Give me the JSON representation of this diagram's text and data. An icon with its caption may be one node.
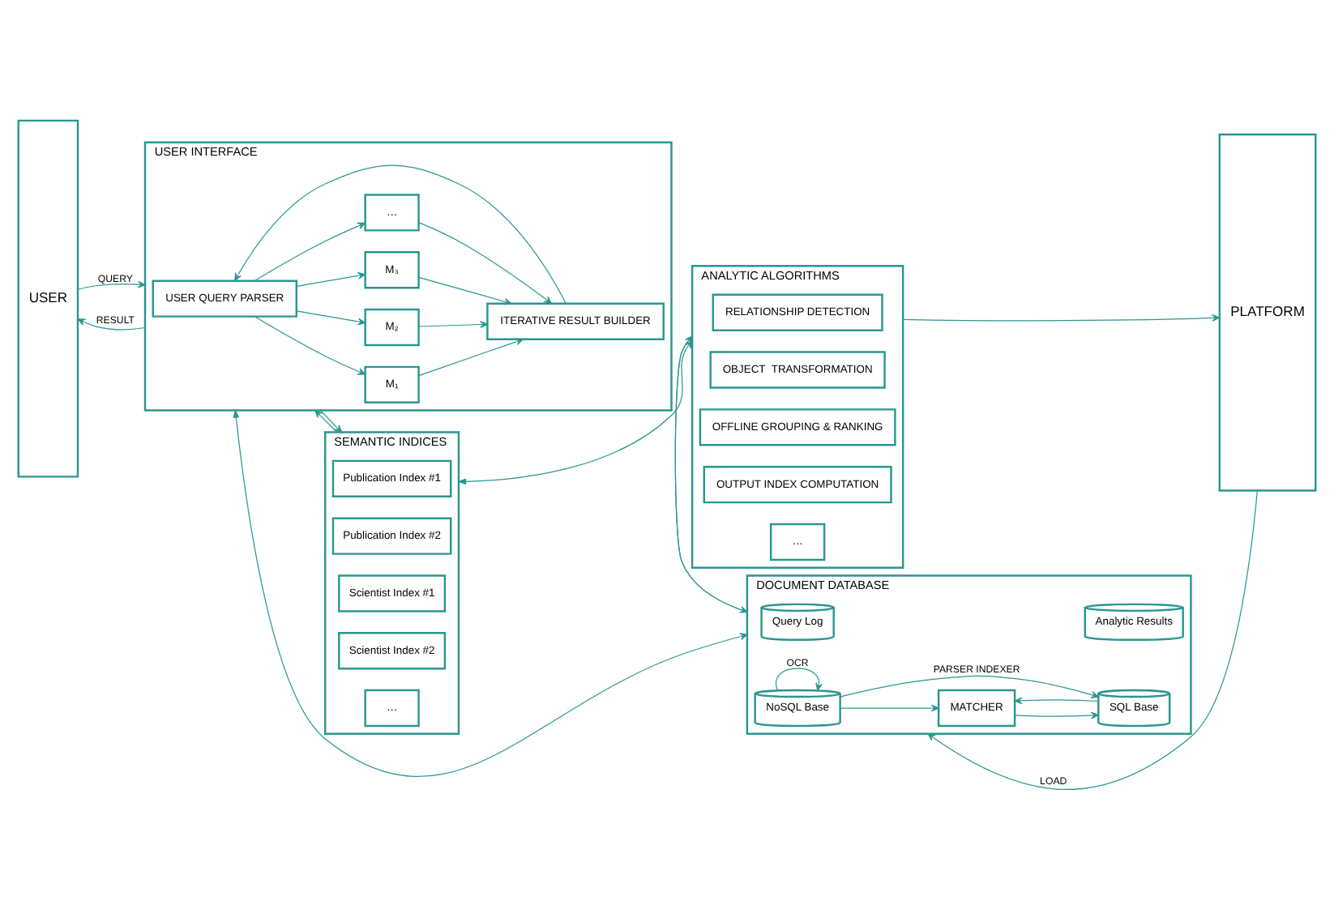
{
  "diagram": {
    "nodes": [
      {
        "text": [
          "USER"
        ]
      },
      {
        "text": [
          "USER INTERFACE"
        ]
      },
      {
        "text": [
          "USER QUERY PARSER"
        ],
        "in": 1
      },
      {
        "text": [
          "M₁"
        ],
        "in": 1
      },
      {
        "text": [
          "M₂"
        ],
        "in": 1
      },
      {
        "text": [
          "M₃"
        ],
        "in": 1
      },
      {
        "text": [
          "…"
        ],
        "in": 1
      },
      {
        "text": [
          "ITERATIVE RESULT BUILDER"
        ],
        "in": 1
      },
      {
        "text": [
          "ANALYTIC ALGORITHMS"
        ]
      },
      {
        "text": [
          "RELATIONSHIP DETECTION"
        ],
        "in": 8
      },
      {
        "text": [
          "OBJECT  TRANSFORMATION"
        ],
        "in": 8
      },
      {
        "text": [
          "OFFLINE GROUPING & RANKING"
        ],
        "in": 8
      },
      {
        "text": [
          "OUTPUT INDEX COMPUTATION"
        ],
        "in": 8
      },
      {
        "text": [
          "…"
        ],
        "in": 8
      },
      {
        "text": [
          "PLATFORM"
        ]
      },
      {
        "text": [
          "SEMANTIC INDICES"
        ]
      },
      {
        "text": [
          "Publication Index #1"
        ],
        "in": 15
      },
      {
        "text": [
          "Publication Index #2"
        ],
        "in": 15
      },
      {
        "text": [
          "Scientist Index #1"
        ],
        "in": 15
      },
      {
        "text": [
          "Scientist Index #2"
        ],
        "in": 15
      },
      {
        "text": [
          "…"
        ],
        "in": 15
      },
      {
        "text": [
          "DOCUMENT DATABASE"
        ]
      },
      {
        "text": [
          "Query Log"
        ],
        "in": 21
      },
      {
        "text": [
          "Analytic Results"
        ],
        "in": 21
      },
      {
        "text": [
          "MATCHER"
        ],
        "in": 21
      },
      {
        "text": [
          "NoSQL Base"
        ],
        "in": 21
      },
      {
        "text": [
          "SQL Base"
        ],
        "in": 21
      }
    ],
    "edges": [
      {
        "from": 0,
        "to": 1,
        "arrow": "to",
        "label": "QUERY"
      },
      {
        "from": 1,
        "to": 0,
        "arrow": "to",
        "label": "RESULT"
      },
      {
        "from": 2,
        "to": 3,
        "arrow": "to"
      },
      {
        "from": 2,
        "to": 4,
        "arrow": "to"
      },
      {
        "from": 2,
        "to": 5,
        "arrow": "to"
      },
      {
        "from": 2,
        "to": 6,
        "arrow": "to"
      },
      {
        "from": 3,
        "to": 7,
        "arrow": "to"
      },
      {
        "from": 4,
        "to": 7,
        "arrow": "to"
      },
      {
        "from": 5,
        "to": 7,
        "arrow": "to"
      },
      {
        "from": 6,
        "to": 7,
        "arrow": "to"
      },
      {
        "from": 7,
        "to": 2,
        "arrow": "to"
      },
      {
        "from": 1,
        "to": 15,
        "arrow": "to"
      },
      {
        "from": 15,
        "to": 1,
        "arrow": "to"
      },
      {
        "from": 1,
        "to": 21,
        "arrow": "both"
      },
      {
        "from": 15,
        "to": 8,
        "arrow": "both"
      },
      {
        "from": 8,
        "to": 21,
        "arrow": "to"
      },
      {
        "from": 21,
        "to": 8,
        "arrow": "to"
      },
      {
        "from": 8,
        "to": 14,
        "arrow": "to"
      },
      {
        "from": 14,
        "to": 21,
        "arrow": "to",
        "label": "LOAD"
      },
      {
        "from": 25,
        "to": 24,
        "arrow": "to"
      },
      {
        "from": 26,
        "to": 24,
        "arrow": "to"
      },
      {
        "from": 24,
        "to": 26,
        "arrow": "to"
      },
      {
        "from": 25,
        "to": 26,
        "arrow": "to",
        "label": "PARSER INDEXER"
      },
      {
        "from": 25,
        "to": 25,
        "arrow": "to",
        "label": "OCR"
      }
    ]
  }
}
